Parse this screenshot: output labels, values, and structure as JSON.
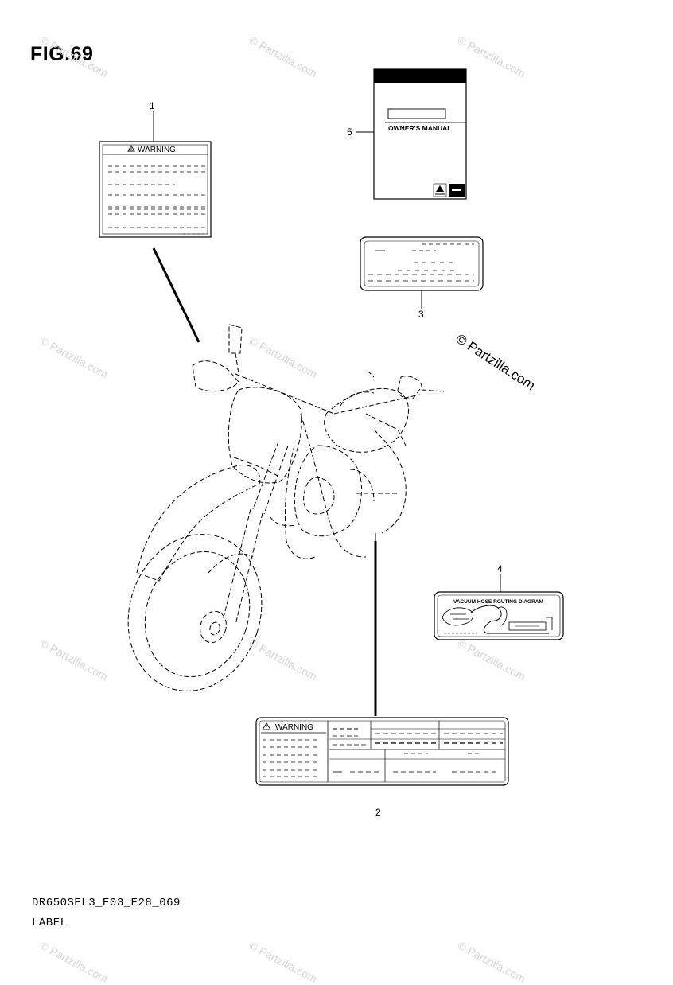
{
  "figure": {
    "title": "FIG.69",
    "code": "DR650SEL3_E03_E28_069",
    "section": "LABEL"
  },
  "callouts": {
    "part1": "1",
    "part2": "2",
    "part3": "3",
    "part4": "4",
    "part5": "5"
  },
  "labels": {
    "warning_label_1": "WARNING",
    "warning_label_2": "WARNING",
    "owners_manual": "OWNER'S MANUAL",
    "vacuum_hose_diagram": "VACUUM HOSE ROUTING DIAGRAM"
  },
  "watermark": {
    "text": "© Partzilla.com"
  },
  "icons": {
    "warning_triangle": "warning-triangle-icon",
    "publisher_logo": "suzuki-logo-icon"
  }
}
